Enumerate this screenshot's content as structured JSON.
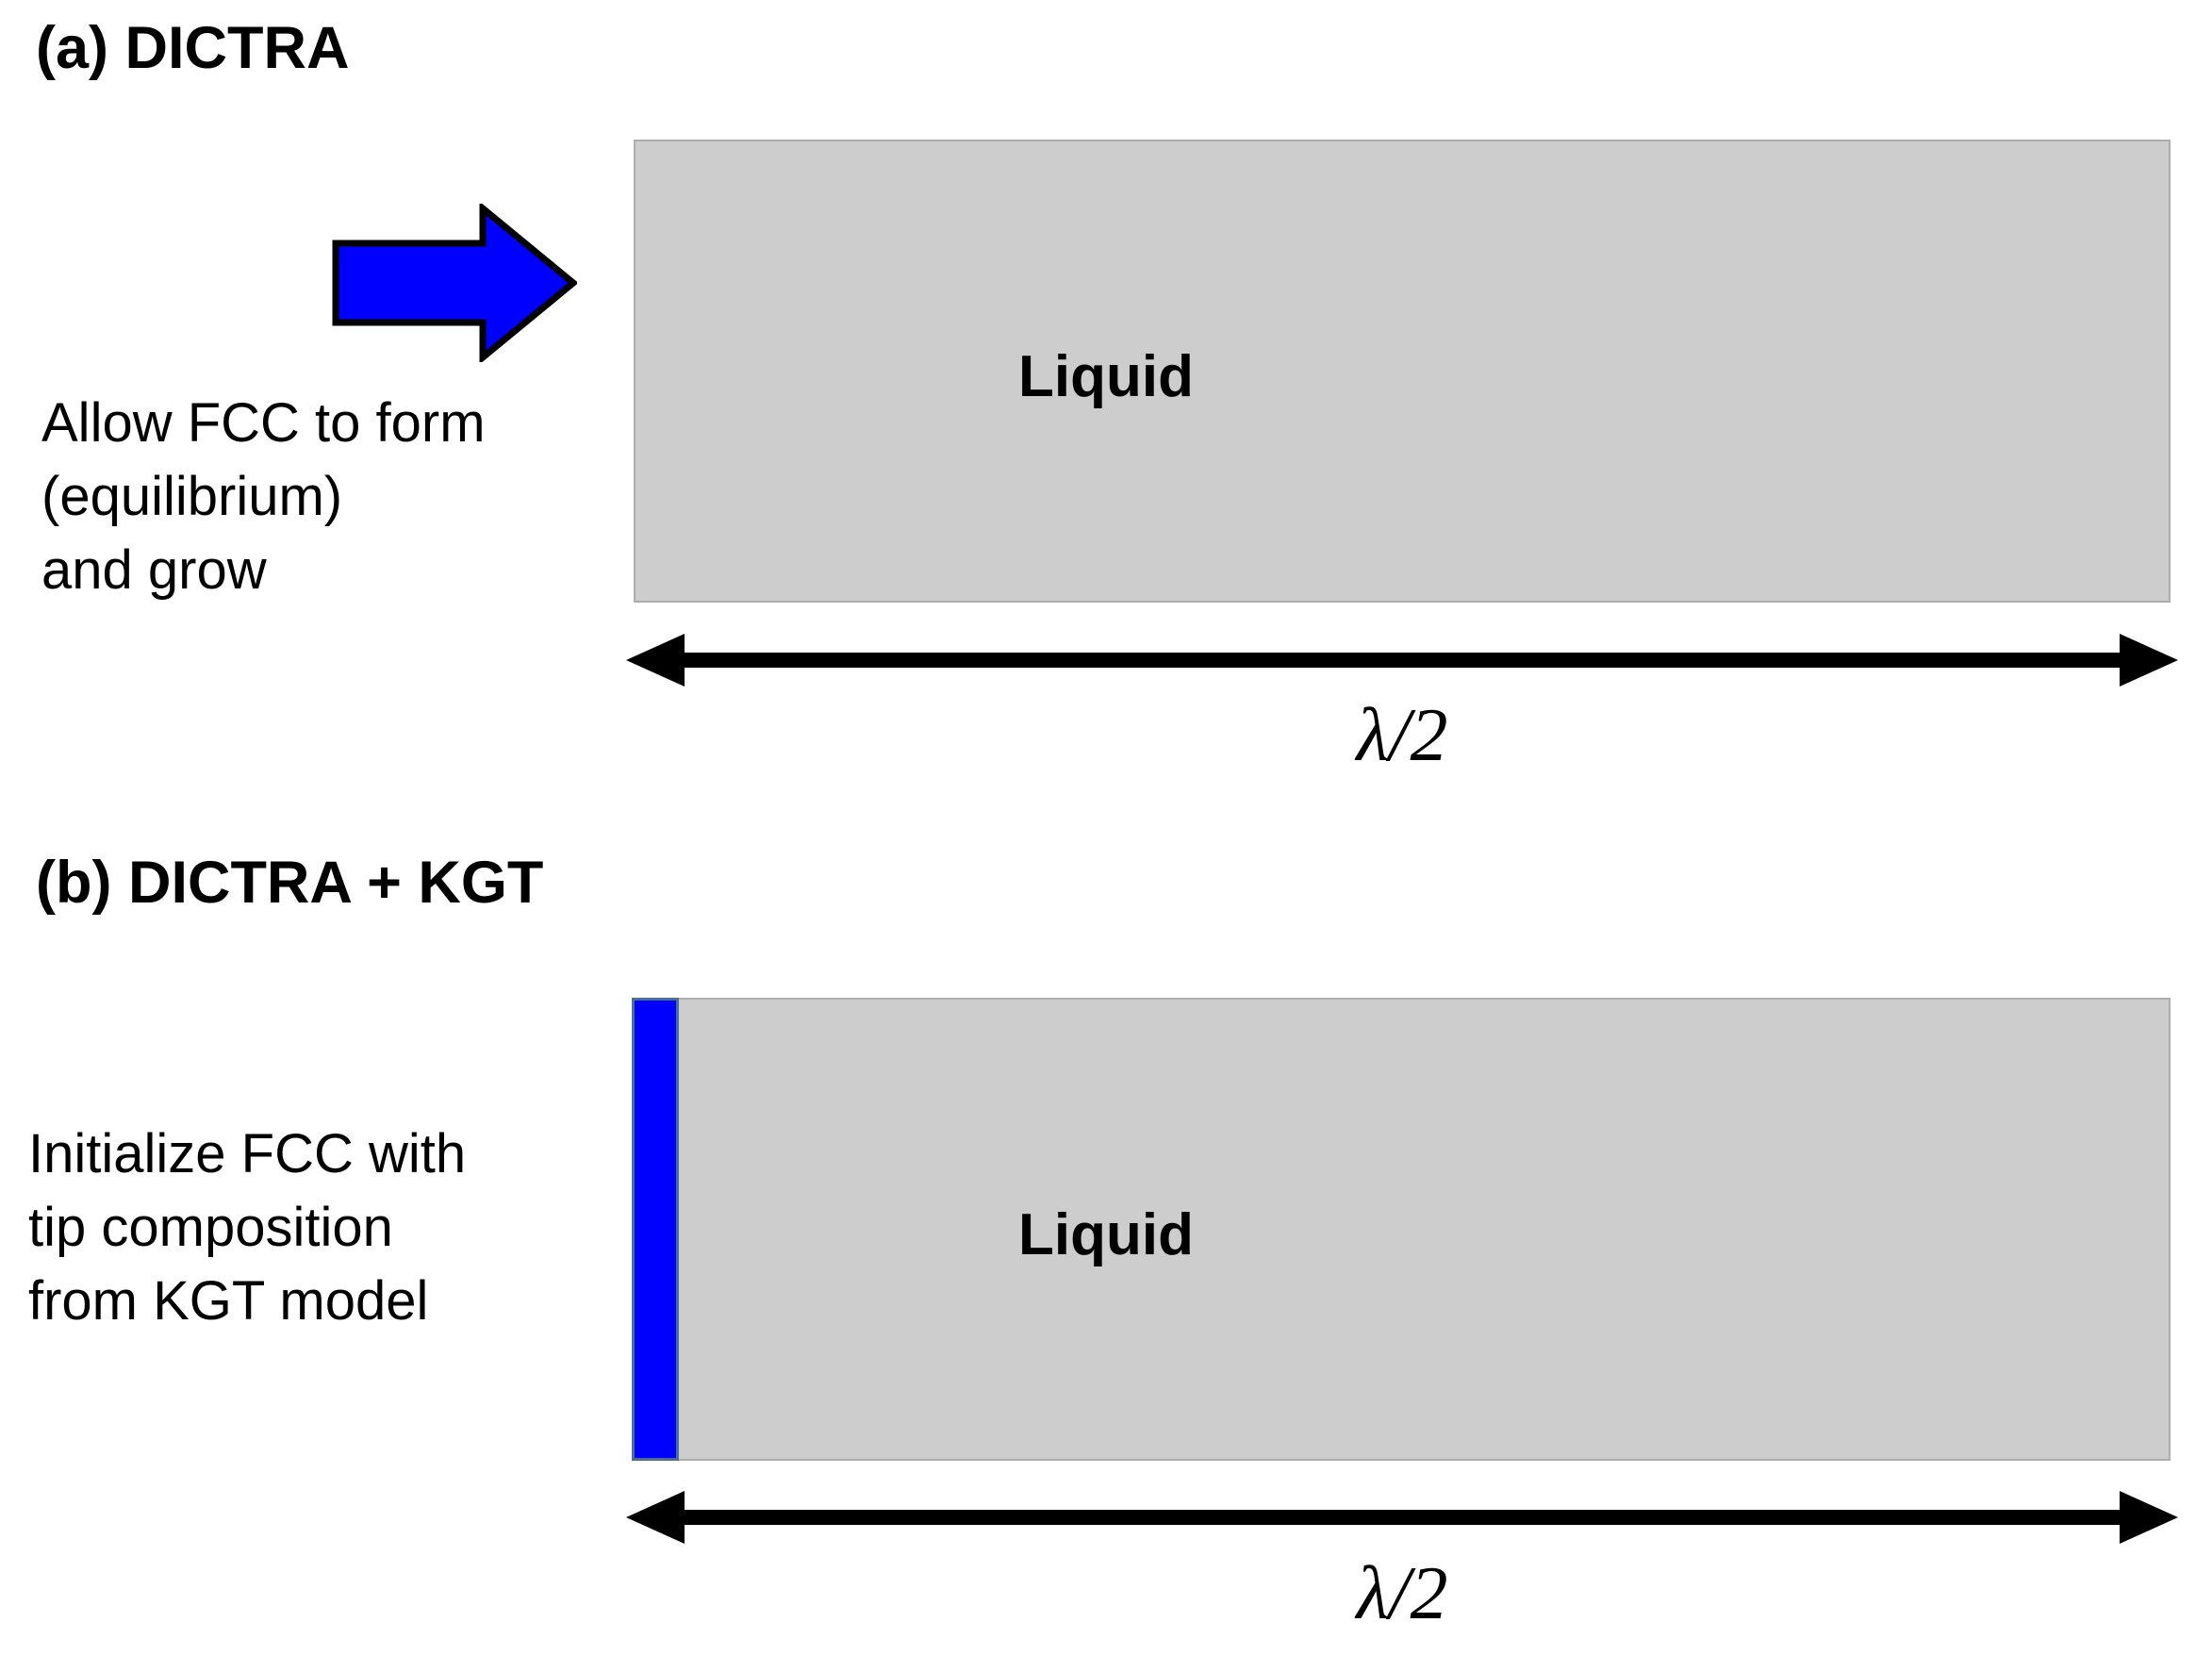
{
  "figure": {
    "panels": [
      {
        "id": "a",
        "title": "(a) DICTRA",
        "caption_lines": [
          "Allow FCC to form",
          "(equilibrium)",
          "and grow"
        ],
        "box_label": "Liquid",
        "dimension_label": "λ/2",
        "arrow_icon": "blue-block-arrow-right",
        "has_fcc_strip": false
      },
      {
        "id": "b",
        "title": "(b) DICTRA + KGT",
        "caption_lines": [
          "Initialize FCC with",
          "tip composition",
          "from KGT model"
        ],
        "box_label": "Liquid",
        "dimension_label": "λ/2",
        "arrow_icon": null,
        "has_fcc_strip": true
      }
    ],
    "colors": {
      "liquid_fill": "#cdcdcd",
      "liquid_border": "#adadad",
      "fcc_blue": "#0000FF",
      "fcc_border": "#4a6f92",
      "arrow_blue": "#0000FF",
      "arrow_outline": "#000000",
      "dimension_arrow": "#000000",
      "background": "#ffffff",
      "text": "#000000"
    }
  }
}
